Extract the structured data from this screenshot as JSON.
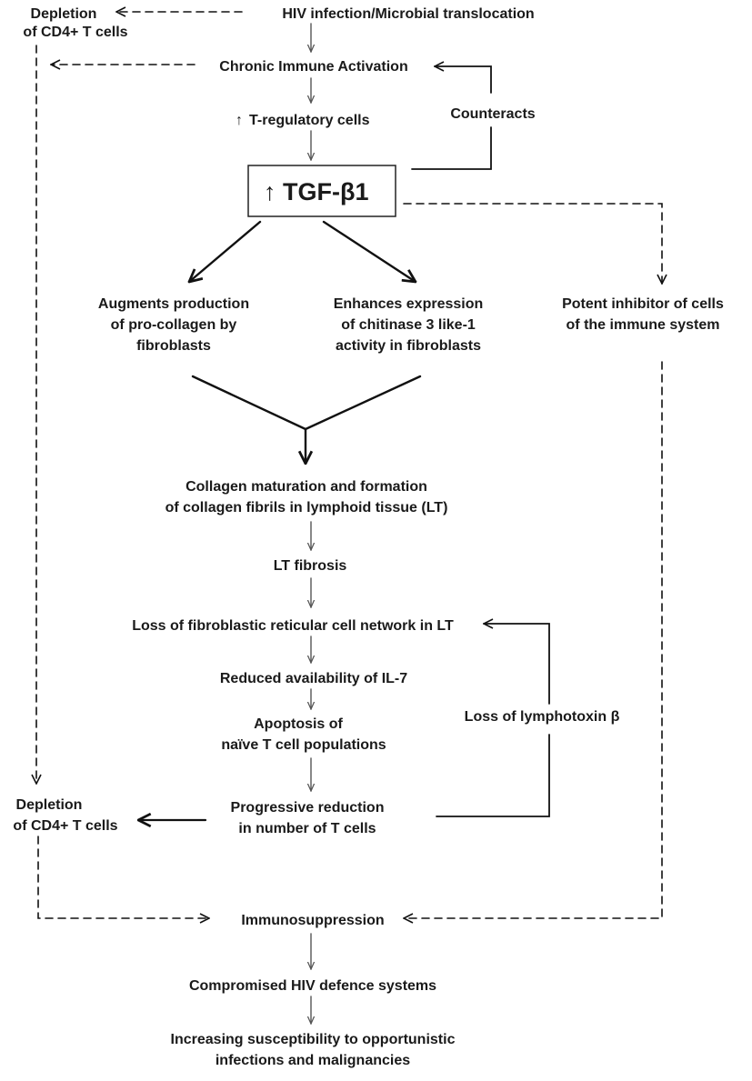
{
  "nodes": {
    "hiv_infection": "HIV infection/Microbial translocation",
    "depletion_top": [
      "Depletion",
      "of CD4+ T cells"
    ],
    "chronic_activation": "Chronic Immune Activation",
    "t_regulatory": "T-regulatory cells",
    "up_arrow_glyph": "↑",
    "counteracts": "Counteracts",
    "tgf_beta": "TGF-β1",
    "augments_procollagen": [
      "Augments production",
      "of pro-collagen by",
      "fibroblasts"
    ],
    "enhances_chitinase": [
      "Enhances expression",
      "of chitinase 3 like-1",
      "activity in fibroblasts"
    ],
    "potent_inhibitor": [
      "Potent inhibitor of cells",
      "of the immune system"
    ],
    "collagen_maturation": [
      "Collagen maturation and formation",
      "of collagen fibrils in lymphoid tissue (LT)"
    ],
    "lt_fibrosis": "LT fibrosis",
    "loss_frc_network": "Loss of fibroblastic reticular cell network in LT",
    "reduced_il7": "Reduced availability of IL-7",
    "apoptosis_naive": [
      "Apoptosis of",
      "naïve T cell populations"
    ],
    "loss_lymphotoxin": "Loss of lymphotoxin β",
    "progressive_reduction": [
      "Progressive reduction",
      "in number of  T cells"
    ],
    "depletion_bottom": [
      "Depletion",
      "of CD4+ T cells"
    ],
    "immunosuppression": "Immunosuppression",
    "compromised_defence": "Compromised  HIV defence systems",
    "increasing_susceptibility": [
      "Increasing susceptibility to opportunistic",
      "infections and malignancies"
    ]
  }
}
